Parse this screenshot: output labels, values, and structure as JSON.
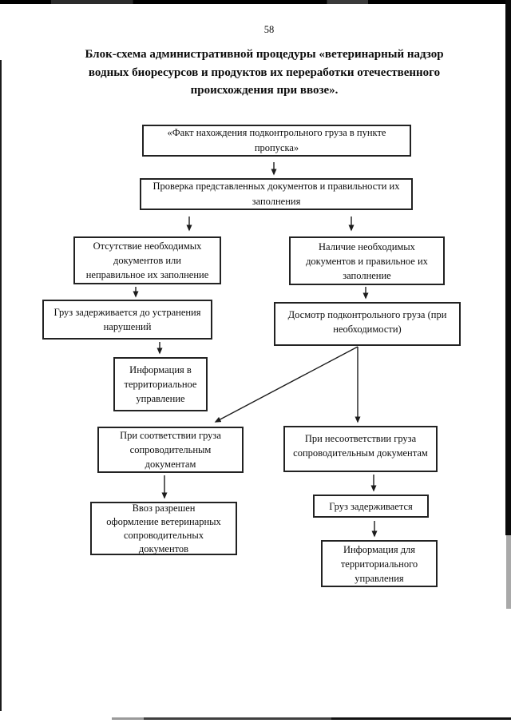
{
  "page": {
    "number": "58"
  },
  "title": "Блок-схема административной процедуры «ветеринарный надзор\nводных биоресурсов и продуктов их переработки отечественного\nпроисхождения при ввозе».",
  "flowchart": {
    "boxes": [
      {
        "id": "cargo-at-checkpoint",
        "label": "«Факт нахождения подконтрольного груза в пункте\nпропуска»"
      },
      {
        "id": "document-check",
        "label": "Проверка представленных документов и правильности их\nзаполнения"
      },
      {
        "id": "missing-documents",
        "label": "Отсутствие необходимых\nдокументов или\nнеправильное их заполнение"
      },
      {
        "id": "documents-present",
        "label": "Наличие необходимых\nдокументов и правильное их\nзаполнение"
      },
      {
        "id": "cargo-detained-until-fixed",
        "label": "Груз задерживается до устранения\nнарушений"
      },
      {
        "id": "cargo-inspection",
        "label": "Досмотр подконтрольного груза (при\nнеобходимости)"
      },
      {
        "id": "info-to-territorial-administration",
        "label": "Информация в\nтерриториальное\nуправление"
      },
      {
        "id": "cargo-matches-documents",
        "label": "При соответствии груза\nсопроводительным\nдокументам"
      },
      {
        "id": "cargo-mismatch-documents",
        "label": "При несоответствии груза\nсопроводительным документам"
      },
      {
        "id": "cargo-detained",
        "label": "Груз задерживается"
      },
      {
        "id": "import-allowed",
        "label": "Ввоз разрешен\nоформление ветеринарных\nсопроводительных\nдокументов"
      },
      {
        "id": "info-for-territorial-administration",
        "label": "Информация для\nтерриториального\nуправления"
      }
    ]
  }
}
